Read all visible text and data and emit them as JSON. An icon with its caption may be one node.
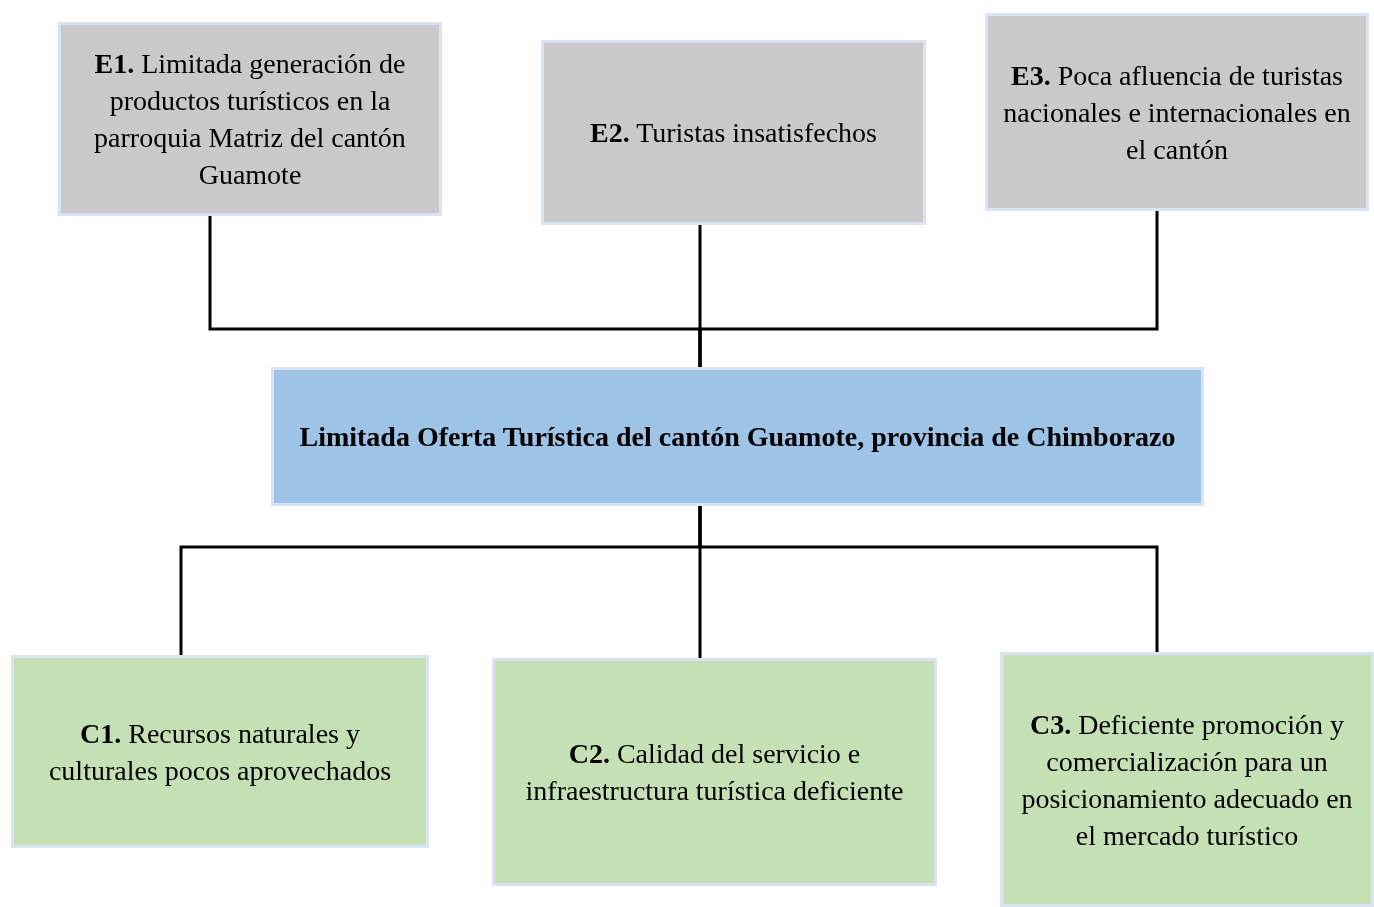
{
  "diagram": {
    "nodes": [
      {
        "text": [
          "**E1.** Limitada generación de productos turísticos en la parroquia Matriz del cantón Guamote"
        ]
      },
      {
        "text": [
          "**E2.** Turistas insatisfechos"
        ]
      },
      {
        "text": [
          "**E3.** Poca afluencia de turistas nacionales e internacionales en el cantón"
        ]
      },
      {
        "text": [
          "Limitada Oferta Turística del cantón Guamote, provincia de Chimborazo"
        ]
      },
      {
        "text": [
          "**C1.** Recursos naturales y culturales pocos aprovechados"
        ]
      },
      {
        "text": [
          "**C2.** Calidad del servicio e infraestructura turística deficiente"
        ]
      },
      {
        "text": [
          "**C3.** Deficiente promoción y comercialización para un posicionamiento adecuado en el mercado turístico"
        ]
      }
    ],
    "edges": [
      {
        "from": 0,
        "to": 3,
        "arrow": "none"
      },
      {
        "from": 1,
        "to": 3,
        "arrow": "none"
      },
      {
        "from": 2,
        "to": 3,
        "arrow": "none"
      },
      {
        "from": 3,
        "to": 4,
        "arrow": "none"
      },
      {
        "from": 3,
        "to": 5,
        "arrow": "none"
      },
      {
        "from": 3,
        "to": 6,
        "arrow": "none"
      }
    ]
  }
}
